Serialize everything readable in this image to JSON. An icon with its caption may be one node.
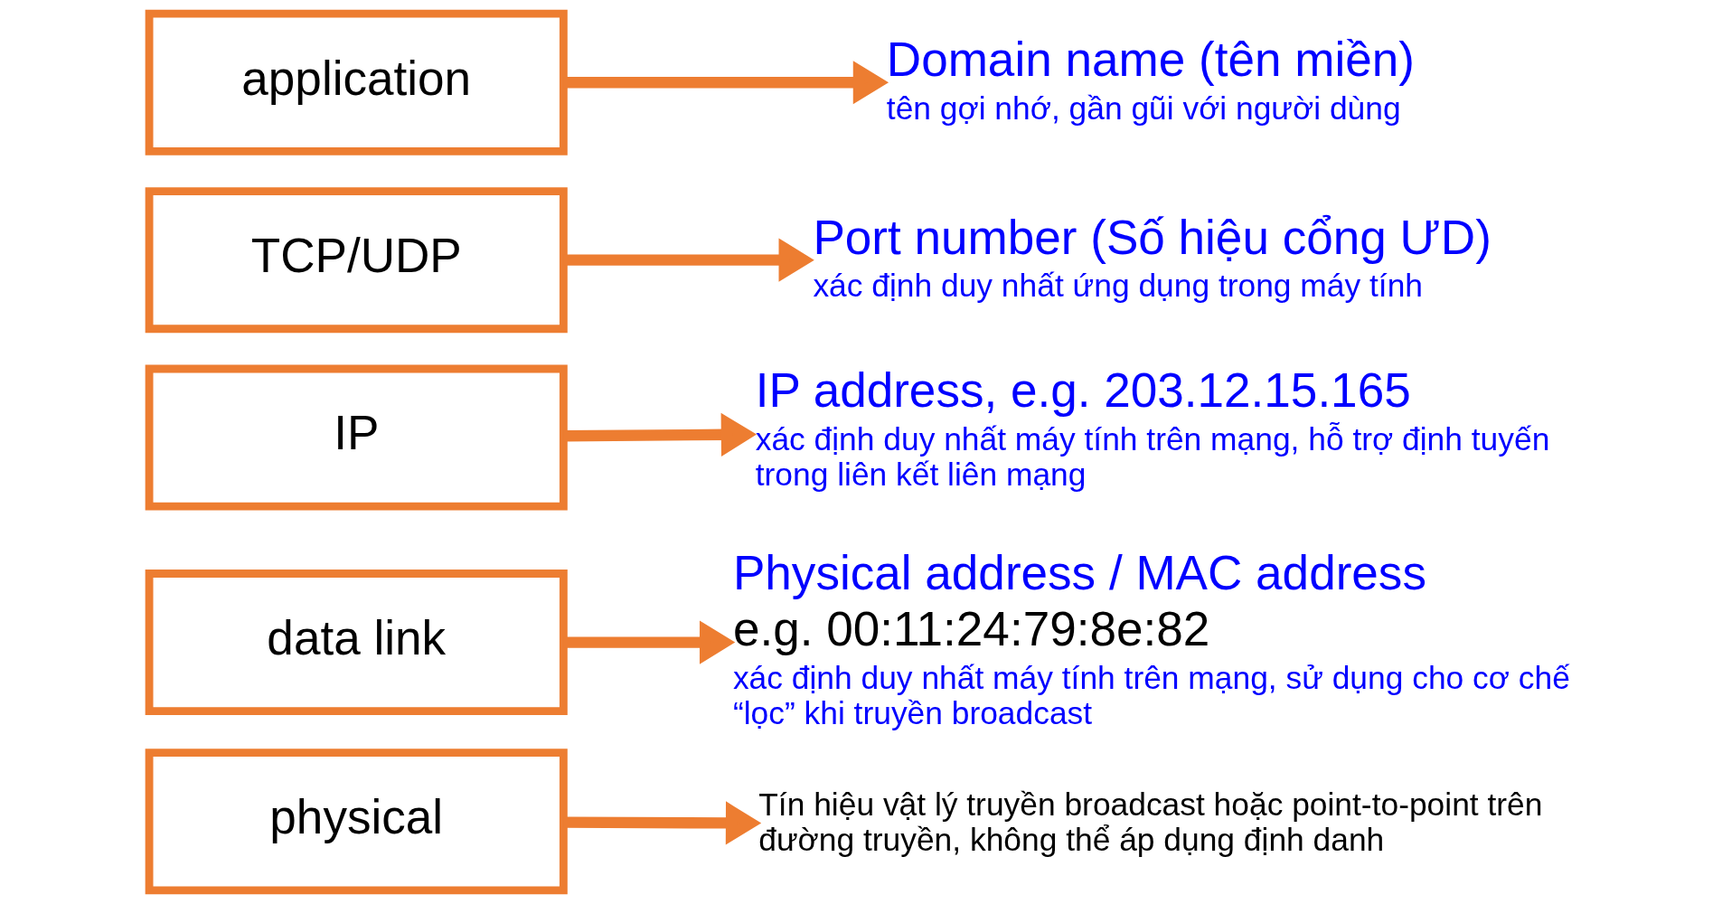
{
  "diagram": {
    "nodes": [
      {
        "text": [
          "application"
        ]
      },
      {
        "text": [
          "TCP/UDP"
        ]
      },
      {
        "text": [
          "IP"
        ]
      },
      {
        "text": [
          "data link"
        ]
      },
      {
        "text": [
          "physical"
        ]
      },
      {
        "text": [
          "Domain name (tên miền)",
          "tên gợi nhớ, gần gũi với người dùng"
        ]
      },
      {
        "text": [
          "Port number (Số hiệu cổng ƯD)",
          "xác định duy nhất ứng dụng trong máy tính"
        ]
      },
      {
        "text": [
          "IP address, e.g. 203.12.15.165",
          "xác định duy nhất máy tính trên mạng, hỗ trợ định tuyến trong liên kết liên mạng"
        ]
      },
      {
        "text": [
          "Physical address / MAC address",
          "e.g. 00:11:24:79:8e:82",
          "xác định duy nhất máy tính trên mạng, sử dụng cho cơ chế “lọc” khi truyền broadcast"
        ]
      },
      {
        "text": [
          "Tín hiệu vật lý truyền broadcast hoặc point-to-point trên đường truyền, không thể áp dụng định danh"
        ]
      }
    ],
    "edges": [
      {
        "from": 0,
        "to": 5,
        "arrow": "to"
      },
      {
        "from": 1,
        "to": 6,
        "arrow": "to"
      },
      {
        "from": 2,
        "to": 7,
        "arrow": "to"
      },
      {
        "from": 3,
        "to": 8,
        "arrow": "to"
      },
      {
        "from": 4,
        "to": 9,
        "arrow": "to"
      }
    ]
  }
}
